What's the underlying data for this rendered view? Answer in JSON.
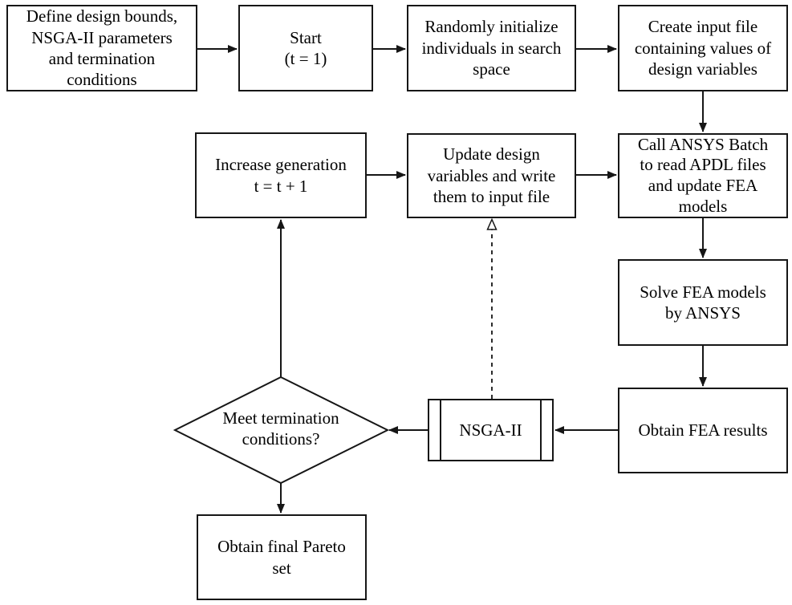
{
  "flowchart": {
    "colors": {
      "background": "#ffffff",
      "line": "#161616",
      "text": "#000000"
    },
    "nodes": {
      "define_bounds": {
        "shape": "process",
        "label": "Define design bounds,\nNSGA-II parameters\nand termination\nconditions"
      },
      "start": {
        "shape": "process",
        "label": "Start\n(t = 1)"
      },
      "random_init": {
        "shape": "process",
        "label": "Randomly initialize\nindividuals in search\nspace"
      },
      "create_input": {
        "shape": "process",
        "label": "Create input file\ncontaining values of\ndesign variables"
      },
      "increase_generation": {
        "shape": "process",
        "label": "Increase generation\nt = t + 1"
      },
      "update_design": {
        "shape": "process",
        "label": "Update design\nvariables and write\nthem to input file"
      },
      "call_ansys": {
        "shape": "process",
        "label": "Call ANSYS Batch\nto read APDL files\nand update FEA\nmodels"
      },
      "solve_fea": {
        "shape": "process",
        "label": "Solve FEA models\nby ANSYS"
      },
      "obtain_results": {
        "shape": "process",
        "label": "Obtain FEA results"
      },
      "nsga2": {
        "shape": "predefined-process",
        "label": "NSGA-II"
      },
      "termination": {
        "shape": "decision",
        "label": "Meet termination\nconditions?"
      },
      "pareto": {
        "shape": "process",
        "label": "Obtain final Pareto\nset"
      }
    },
    "edges": [
      {
        "from": "define_bounds",
        "to": "start",
        "style": "solid",
        "arrowhead": "filled"
      },
      {
        "from": "start",
        "to": "random_init",
        "style": "solid",
        "arrowhead": "filled"
      },
      {
        "from": "random_init",
        "to": "create_input",
        "style": "solid",
        "arrowhead": "filled"
      },
      {
        "from": "create_input",
        "to": "call_ansys",
        "style": "solid",
        "arrowhead": "filled"
      },
      {
        "from": "increase_generation",
        "to": "update_design",
        "style": "solid",
        "arrowhead": "filled"
      },
      {
        "from": "update_design",
        "to": "call_ansys",
        "style": "solid",
        "arrowhead": "filled"
      },
      {
        "from": "call_ansys",
        "to": "solve_fea",
        "style": "solid",
        "arrowhead": "filled"
      },
      {
        "from": "solve_fea",
        "to": "obtain_results",
        "style": "solid",
        "arrowhead": "filled"
      },
      {
        "from": "obtain_results",
        "to": "nsga2",
        "style": "solid",
        "arrowhead": "filled"
      },
      {
        "from": "nsga2",
        "to": "termination",
        "style": "solid",
        "arrowhead": "filled"
      },
      {
        "from": "nsga2",
        "to": "update_design",
        "style": "dashed",
        "arrowhead": "open"
      },
      {
        "from": "termination",
        "to": "increase_generation",
        "style": "solid",
        "arrowhead": "filled"
      },
      {
        "from": "termination",
        "to": "pareto",
        "style": "solid",
        "arrowhead": "filled"
      }
    ]
  }
}
